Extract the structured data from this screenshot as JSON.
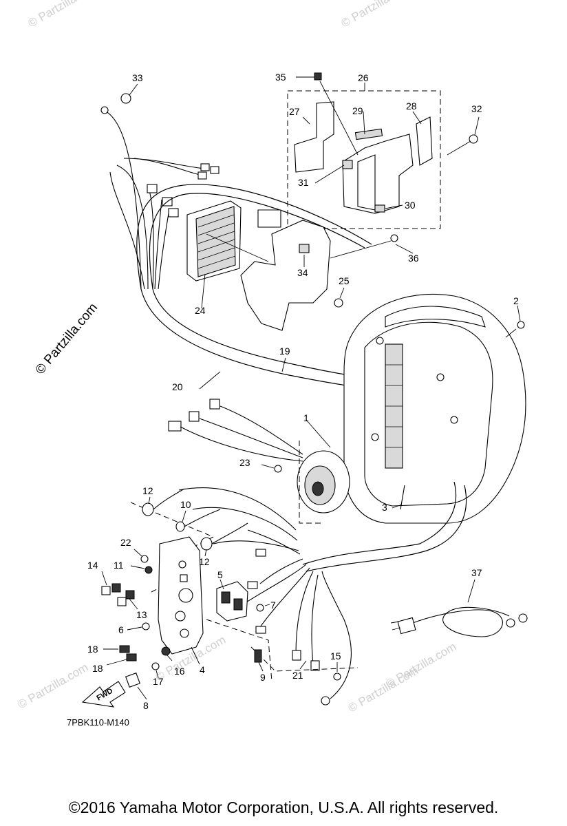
{
  "diagram": {
    "code": "7PBK110-M140",
    "fwd_label": "FWD",
    "watermark_main": "© Partzilla.com",
    "watermark_faint": "© Partzilla.com",
    "callouts": {
      "c1": "1",
      "c2": "2",
      "c3": "3",
      "c4": "4",
      "c5": "5",
      "c6": "6",
      "c7": "7",
      "c8": "8",
      "c9": "9",
      "c10": "10",
      "c11": "11",
      "c12a": "12",
      "c12b": "12",
      "c13": "13",
      "c14": "14",
      "c15": "15",
      "c16": "16",
      "c17": "17",
      "c18a": "18",
      "c18b": "18",
      "c19": "19",
      "c20": "20",
      "c21": "21",
      "c22": "22",
      "c23": "23",
      "c24": "24",
      "c25": "25",
      "c26": "26",
      "c27": "27",
      "c28": "28",
      "c29": "29",
      "c30": "30",
      "c31": "31",
      "c32": "32",
      "c33": "33",
      "c34": "34",
      "c35": "35",
      "c36": "36",
      "c37": "37"
    }
  },
  "footer": {
    "copyright": "©2016  Yamaha Motor Corporation, U.S.A. All rights reserved."
  }
}
